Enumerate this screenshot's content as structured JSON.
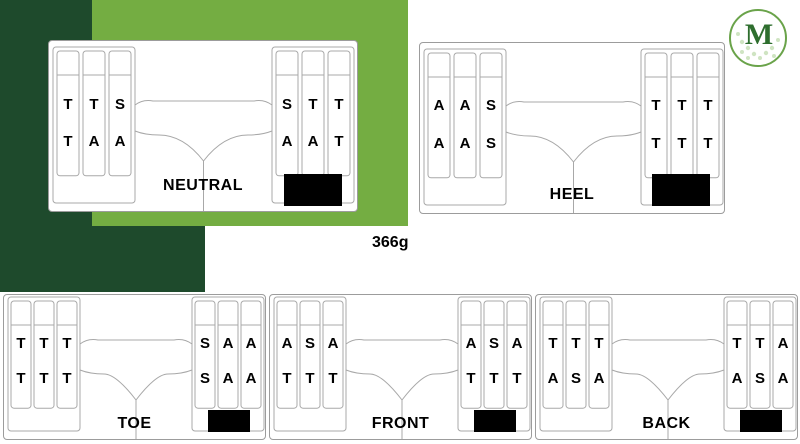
{
  "total_weight": "366g",
  "colors": {
    "dark_green": "#1e4a2c",
    "light_green": "#74ad42",
    "outline": "#9c9c9c",
    "weight_box": "#000000"
  },
  "logo": {
    "letter": "M",
    "icon": "golf-ball-logo-icon"
  },
  "configs": [
    {
      "label": "NEUTRAL",
      "left": [
        [
          "T",
          "T",
          "S"
        ],
        [
          "T",
          "A",
          "A"
        ]
      ],
      "right": [
        [
          "S",
          "T",
          "T"
        ],
        [
          "A",
          "A",
          "T"
        ]
      ]
    },
    {
      "label": "HEEL",
      "left": [
        [
          "A",
          "A",
          "S"
        ],
        [
          "A",
          "A",
          "S"
        ]
      ],
      "right": [
        [
          "T",
          "T",
          "T"
        ],
        [
          "T",
          "T",
          "T"
        ]
      ]
    },
    {
      "label": "TOE",
      "left": [
        [
          "T",
          "T",
          "T"
        ],
        [
          "T",
          "T",
          "T"
        ]
      ],
      "right": [
        [
          "S",
          "A",
          "A"
        ],
        [
          "S",
          "A",
          "A"
        ]
      ]
    },
    {
      "label": "FRONT",
      "left": [
        [
          "A",
          "S",
          "A"
        ],
        [
          "T",
          "T",
          "T"
        ]
      ],
      "right": [
        [
          "A",
          "S",
          "A"
        ],
        [
          "T",
          "T",
          "T"
        ]
      ]
    },
    {
      "label": "BACK",
      "left": [
        [
          "T",
          "T",
          "T"
        ],
        [
          "A",
          "S",
          "A"
        ]
      ],
      "right": [
        [
          "T",
          "T",
          "A"
        ],
        [
          "A",
          "S",
          "A"
        ]
      ]
    }
  ]
}
